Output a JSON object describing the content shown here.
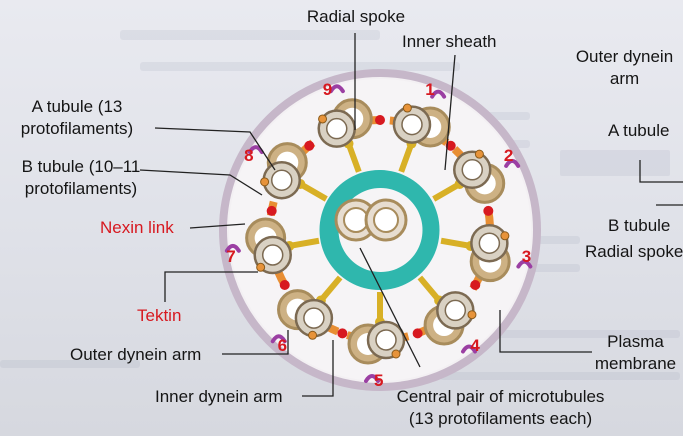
{
  "labels": {
    "radial_spoke_top": "Radial spoke",
    "inner_sheath": "Inner sheath",
    "a_tubule_left_1": "A tubule (13",
    "a_tubule_left_2": "protofilaments)",
    "b_tubule_left_1": "B tubule (10–11",
    "b_tubule_left_2": "protofilaments)",
    "nexin_link": "Nexin link",
    "tektin": "Tektin",
    "outer_dynein_arm_left": "Outer dynein arm",
    "inner_dynein_arm": "Inner dynein arm",
    "central_pair_1": "Central pair of microtubules",
    "central_pair_2": "(13 protofilaments each)",
    "outer_dynein_right_1": "Outer dynein",
    "outer_dynein_right_2": "arm",
    "a_tubule_right": "A tubule",
    "b_tubule_right": "B tubule",
    "radial_spoke_right": "Radial spoke",
    "plasma_1": "Plasma",
    "plasma_2": "membrane"
  },
  "doublet_numbers": [
    "1",
    "2",
    "3",
    "4",
    "5",
    "6",
    "7",
    "8",
    "9"
  ],
  "colors": {
    "label_red": "#d71920",
    "membrane": "#c6b7c9",
    "tubule_ring": "#a88c5c",
    "tubule_a": "#d9d1c3",
    "sheath": "#2fb7ad",
    "spoke": "#d8b026",
    "nexin": "#d71920",
    "outer_dynein": "#e7933a",
    "inner_dynein": "#9b3fa3"
  },
  "icons": {
    "membrane": "circle",
    "doublet": "double-ring",
    "dynein_arm": "hook"
  }
}
